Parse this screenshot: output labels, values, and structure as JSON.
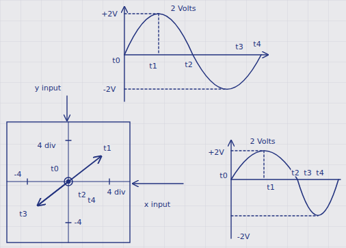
{
  "diagram": {
    "labels": [
      "+2V",
      "2 Volts",
      "t0",
      "t1",
      "t2",
      "t3",
      "t4",
      "-2V",
      "y input",
      "4 div",
      "t0",
      "t1",
      "-4",
      "t2",
      "t4",
      "4 div",
      "t3",
      "-4",
      "x input",
      "+2V",
      "2 Volts",
      "t0",
      "t1",
      "t2",
      "t3",
      "t4",
      "-2V"
    ]
  }
}
